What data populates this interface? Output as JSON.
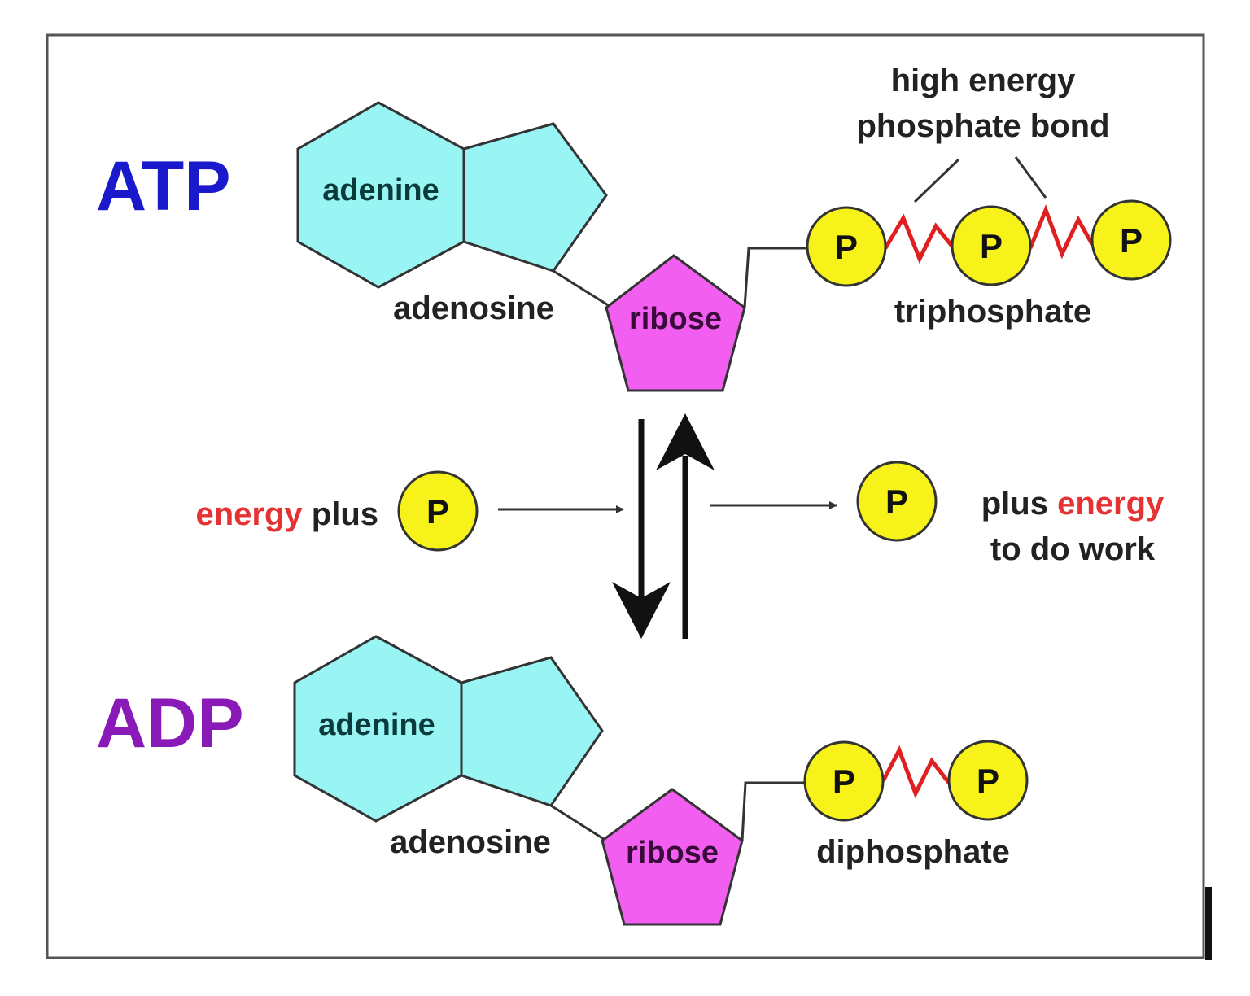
{
  "colors": {
    "adenine_fill": "#99f5f3",
    "ribose_fill": "#f25ef0",
    "phosphate_fill": "#f7f21a",
    "bond": "#e02020",
    "atp_title": "#1a1acc",
    "adp_title": "#8a1ab8",
    "energy_text": "#e53333"
  },
  "atp": {
    "title": "ATP",
    "adenine": "adenine",
    "adenosine": "adenosine",
    "ribose": "ribose",
    "bond_label_line1": "high energy",
    "bond_label_line2": "phosphate bond",
    "phosphate": "P",
    "group_label": "triphosphate"
  },
  "adp": {
    "title": "ADP",
    "adenine": "adenine",
    "adenosine": "adenosine",
    "ribose": "ribose",
    "phosphate": "P",
    "group_label": "diphosphate"
  },
  "left_side": {
    "energy": "energy",
    "plus": " plus",
    "phosphate": "P"
  },
  "right_side": {
    "phosphate": "P",
    "plus": "plus ",
    "energy": "energy",
    "line2": "to do work"
  }
}
